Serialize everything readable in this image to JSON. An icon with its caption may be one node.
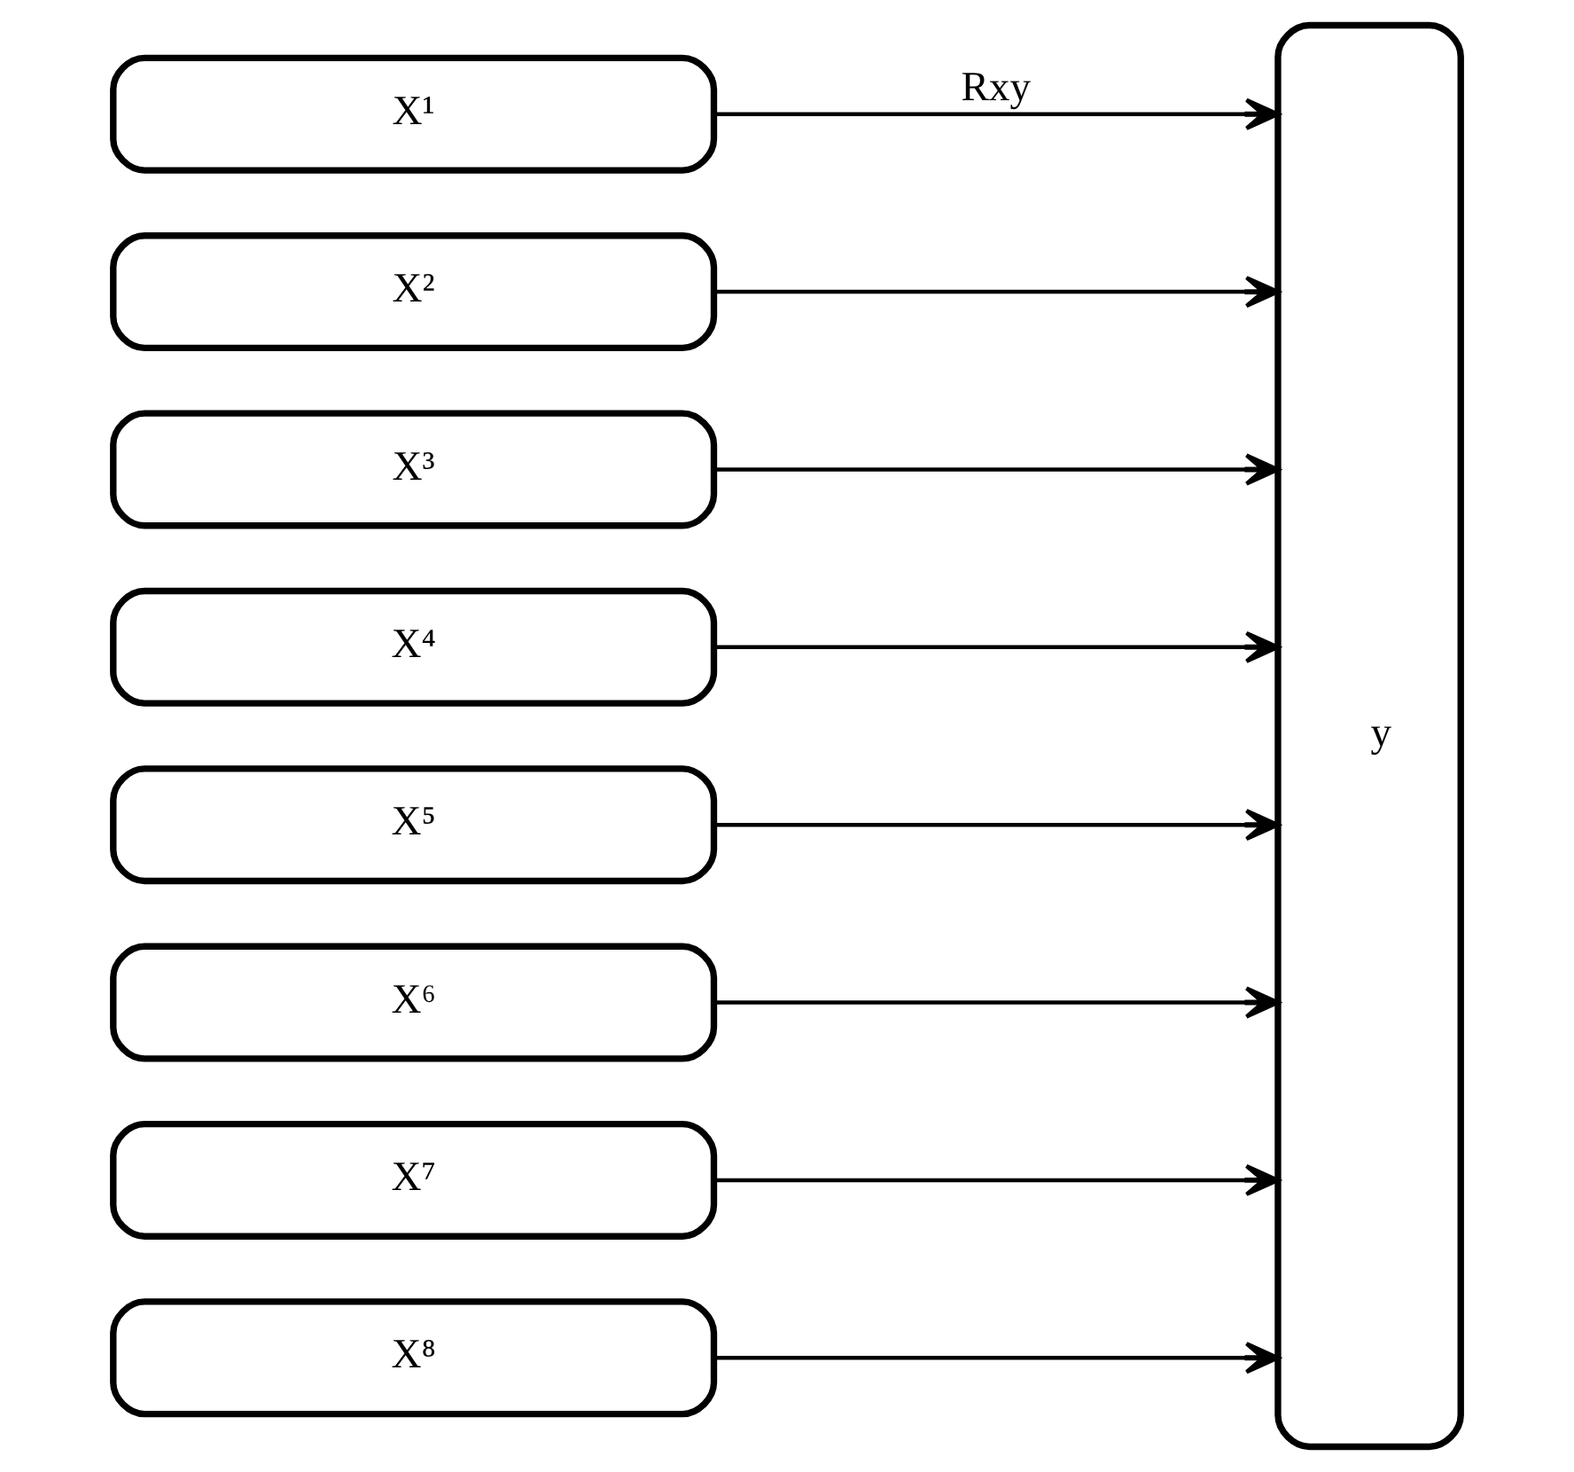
{
  "diagram": {
    "nodes": [
      {
        "text": [
          "X¹"
        ]
      },
      {
        "text": [
          "X²"
        ]
      },
      {
        "text": [
          "X³"
        ]
      },
      {
        "text": [
          "X⁴"
        ]
      },
      {
        "text": [
          "X⁵"
        ]
      },
      {
        "text": [
          "X⁶"
        ]
      },
      {
        "text": [
          "X⁷"
        ]
      },
      {
        "text": [
          "X⁸"
        ]
      },
      {
        "text": [
          "y"
        ]
      }
    ],
    "edges": [
      {
        "from": 0,
        "to": 8,
        "arrow": "to",
        "label": "Rxy"
      },
      {
        "from": 1,
        "to": 8,
        "arrow": "to"
      },
      {
        "from": 2,
        "to": 8,
        "arrow": "to"
      },
      {
        "from": 3,
        "to": 8,
        "arrow": "to"
      },
      {
        "from": 4,
        "to": 8,
        "arrow": "to"
      },
      {
        "from": 5,
        "to": 8,
        "arrow": "to"
      },
      {
        "from": 6,
        "to": 8,
        "arrow": "to"
      },
      {
        "from": 7,
        "to": 8,
        "arrow": "to"
      }
    ]
  }
}
